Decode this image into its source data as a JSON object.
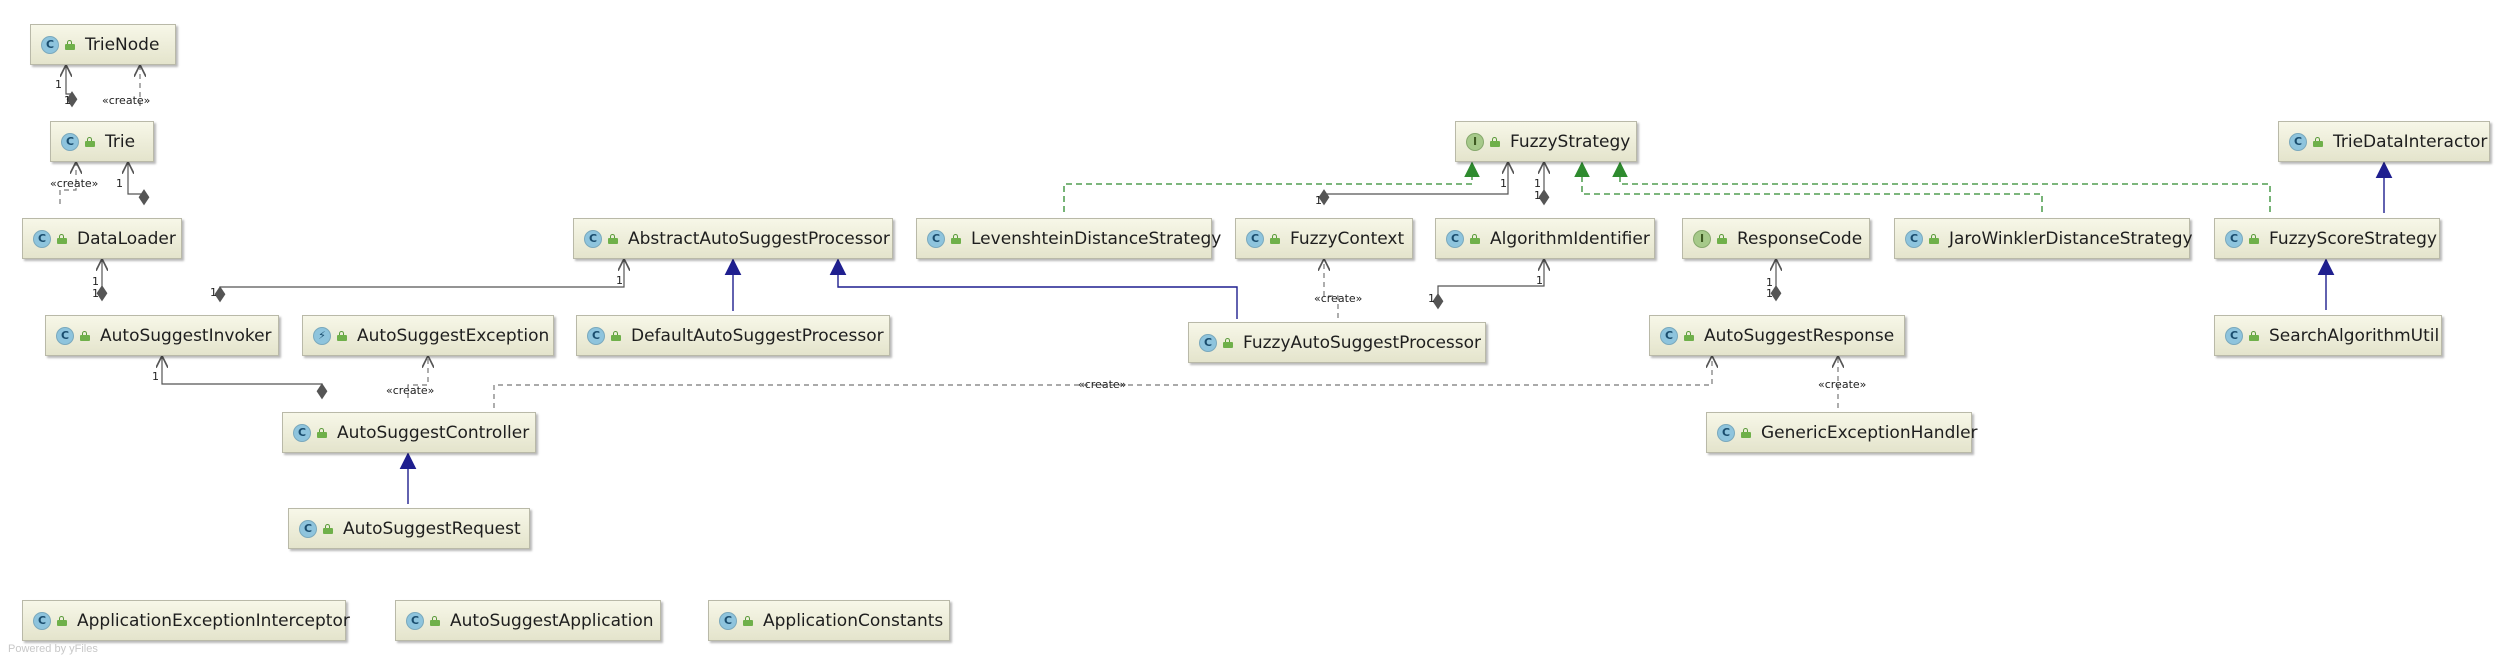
{
  "nodes": {
    "trie_node": {
      "label": "TrieNode",
      "kind": "C",
      "kind_type": "class"
    },
    "trie": {
      "label": "Trie",
      "kind": "C",
      "kind_type": "class"
    },
    "data_loader": {
      "label": "DataLoader",
      "kind": "C",
      "kind_type": "class"
    },
    "auto_suggest_invoker": {
      "label": "AutoSuggestInvoker",
      "kind": "C",
      "kind_type": "class"
    },
    "auto_suggest_exception": {
      "label": "AutoSuggestException",
      "kind": "⚡",
      "kind_type": "exception"
    },
    "auto_suggest_controller": {
      "label": "AutoSuggestController",
      "kind": "C",
      "kind_type": "class"
    },
    "auto_suggest_request": {
      "label": "AutoSuggestRequest",
      "kind": "C",
      "kind_type": "class"
    },
    "abstract_auto_suggest_processor": {
      "label": "AbstractAutoSuggestProcessor",
      "kind": "C",
      "kind_type": "abstract"
    },
    "default_auto_suggest_processor": {
      "label": "DefaultAutoSuggestProcessor",
      "kind": "C",
      "kind_type": "class"
    },
    "levenshtein_distance_strategy": {
      "label": "LevenshteinDistanceStrategy",
      "kind": "C",
      "kind_type": "class"
    },
    "fuzzy_context": {
      "label": "FuzzyContext",
      "kind": "C",
      "kind_type": "class"
    },
    "algorithm_identifier": {
      "label": "AlgorithmIdentifier",
      "kind": "C",
      "kind_type": "class"
    },
    "fuzzy_strategy": {
      "label": "FuzzyStrategy",
      "kind": "I",
      "kind_type": "interface"
    },
    "fuzzy_auto_suggest_processor": {
      "label": "FuzzyAutoSuggestProcessor",
      "kind": "C",
      "kind_type": "class"
    },
    "response_code": {
      "label": "ResponseCode",
      "kind": "I",
      "kind_type": "interface"
    },
    "auto_suggest_response": {
      "label": "AutoSuggestResponse",
      "kind": "C",
      "kind_type": "class"
    },
    "generic_exception_handler": {
      "label": "GenericExceptionHandler",
      "kind": "C",
      "kind_type": "class"
    },
    "jaro_winkler_distance_strategy": {
      "label": "JaroWinklerDistanceStrategy",
      "kind": "C",
      "kind_type": "class"
    },
    "trie_data_interactor": {
      "label": "TrieDataInteractor",
      "kind": "C",
      "kind_type": "class"
    },
    "fuzzy_score_strategy": {
      "label": "FuzzyScoreStrategy",
      "kind": "C",
      "kind_type": "class"
    },
    "search_algorithm_util": {
      "label": "SearchAlgorithmUtil",
      "kind": "C",
      "kind_type": "class"
    },
    "application_exception_interceptor": {
      "label": "ApplicationExceptionInterceptor",
      "kind": "C",
      "kind_type": "class"
    },
    "auto_suggest_application": {
      "label": "AutoSuggestApplication",
      "kind": "C",
      "kind_type": "app"
    },
    "application_constants": {
      "label": "ApplicationConstants",
      "kind": "C",
      "kind_type": "class"
    }
  },
  "edge_labels": {
    "create": "«create»",
    "one": "1"
  },
  "colors": {
    "extends": "#1f1f8f",
    "implements": "#2e8b2e",
    "association": "#444444",
    "dependency": "#777777"
  },
  "watermark": "Powered by yFiles"
}
